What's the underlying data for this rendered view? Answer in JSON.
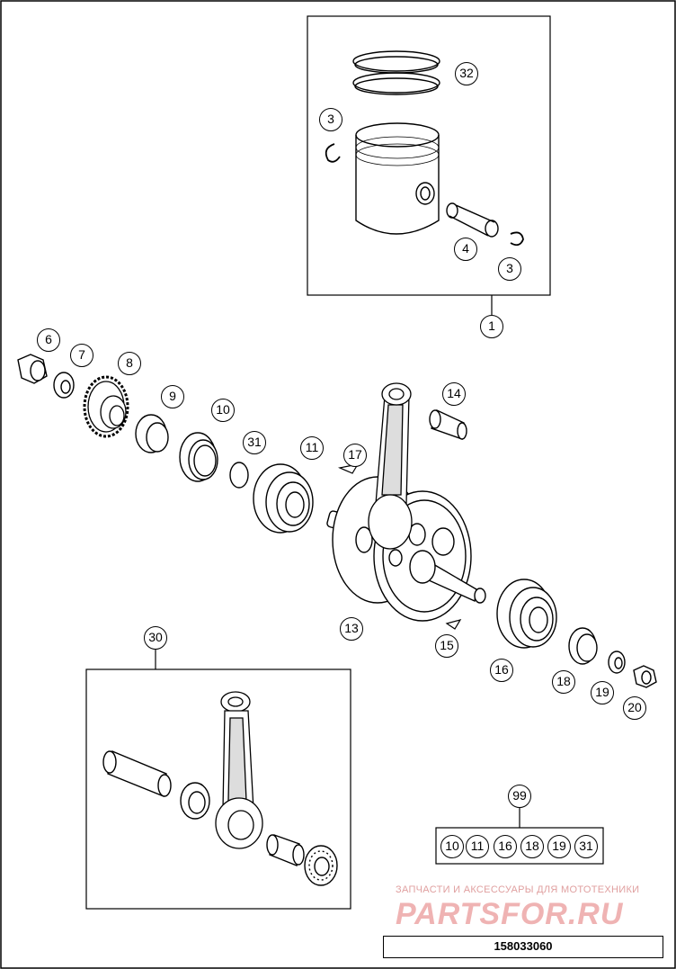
{
  "callouts": {
    "c1": "1",
    "c3a": "3",
    "c3b": "3",
    "c4": "4",
    "c32": "32",
    "c6": "6",
    "c7": "7",
    "c8": "8",
    "c9": "9",
    "c10": "10",
    "c31": "31",
    "c11": "11",
    "c17": "17",
    "c14": "14",
    "c13": "13",
    "c15": "15",
    "c16": "16",
    "c18": "18",
    "c19": "19",
    "c20": "20",
    "c30": "30",
    "c99": "99"
  },
  "kit99": [
    "10",
    "11",
    "16",
    "18",
    "19",
    "31"
  ],
  "watermark": {
    "subtitle": "ЗАПЧАСТИ И АКСЕССУАРЫ ДЛЯ МОТОТЕХНИКИ",
    "brand": "PARTSFOR.RU"
  },
  "document_number": "158033060",
  "colors": {
    "line": "#000000",
    "watermark": "#efb3b3"
  }
}
